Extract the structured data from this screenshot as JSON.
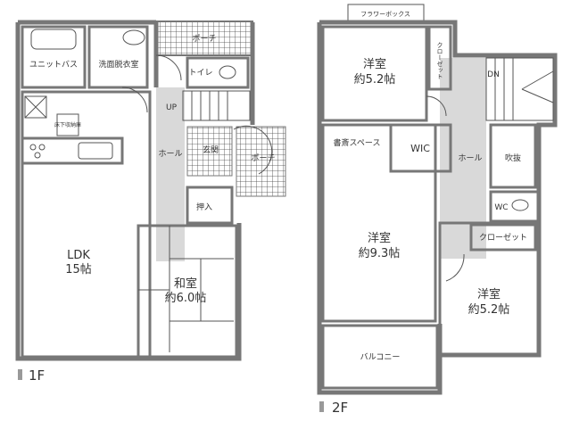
{
  "floor1": {
    "label": "1F",
    "rooms": {
      "unit_bath": "ユニットバス",
      "washroom": "洗面脱衣室",
      "porch_top": "ポーチ",
      "toilet": "トイレ",
      "stairs": "UP",
      "hall": "ホール",
      "underfloor_storage": "床下収納庫",
      "entrance": "玄関",
      "porch": "ポーチ",
      "closet": "押入",
      "ldk_name": "LDK",
      "ldk_size": "15帖",
      "washitsu_name": "和室",
      "washitsu_size": "約6.0帖"
    }
  },
  "floor2": {
    "label": "2F",
    "rooms": {
      "flower_box": "フラワーボックス",
      "bedroom1_name": "洋室",
      "bedroom1_size": "約5.2帖",
      "closet1": "クローゼット",
      "stairs": "DN",
      "study": "書斎スペース",
      "wic": "WIC",
      "hall": "ホール",
      "void": "吹抜",
      "wc": "WC",
      "bedroom2_name": "洋室",
      "bedroom2_size": "約9.3帖",
      "closet2": "クローゼット",
      "bedroom3_name": "洋室",
      "bedroom3_size": "約5.2帖",
      "balcony": "バルコニー"
    }
  },
  "colors": {
    "wall": "#777777",
    "hall": "#d9d9d9"
  }
}
